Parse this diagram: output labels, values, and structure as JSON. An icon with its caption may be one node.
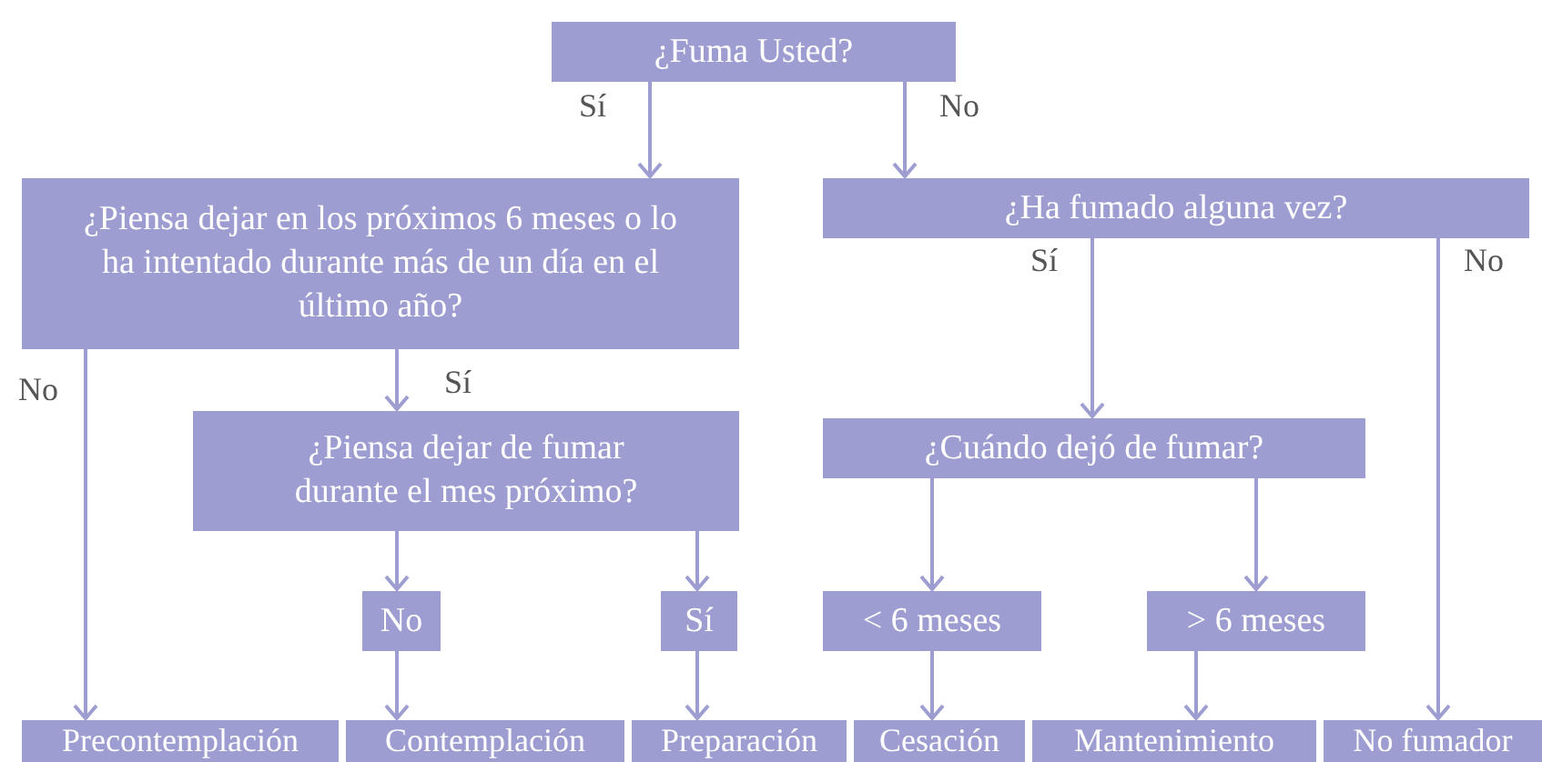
{
  "diagram": {
    "nodes": [
      {
        "text": [
          "¿Fuma Usted?"
        ]
      },
      {
        "text": [
          "¿Piensa dejar en los próximos 6 meses o lo ha intentado durante más de un día en el último año?"
        ]
      },
      {
        "text": [
          "¿Ha fumado alguna vez?"
        ]
      },
      {
        "text": [
          "¿Piensa dejar de fumar durante el mes próximo?"
        ]
      },
      {
        "text": [
          "¿Cuándo dejó de fumar?"
        ]
      },
      {
        "text": [
          "No"
        ]
      },
      {
        "text": [
          "Sí"
        ]
      },
      {
        "text": [
          "< 6 meses"
        ]
      },
      {
        "text": [
          "> 6 meses"
        ]
      },
      {
        "text": [
          "Precontemplación"
        ]
      },
      {
        "text": [
          "Contemplación"
        ]
      },
      {
        "text": [
          "Preparación"
        ]
      },
      {
        "text": [
          "Cesación"
        ]
      },
      {
        "text": [
          "Mantenimiento"
        ]
      },
      {
        "text": [
          "No fumador"
        ]
      }
    ],
    "edges": [
      {
        "from": 0,
        "to": 1,
        "arrow": "to",
        "label": "Sí"
      },
      {
        "from": 0,
        "to": 2,
        "arrow": "to",
        "label": "No"
      },
      {
        "from": 1,
        "to": 9,
        "arrow": "to",
        "label": "No"
      },
      {
        "from": 1,
        "to": 3,
        "arrow": "to",
        "label": "Sí"
      },
      {
        "from": 2,
        "to": 4,
        "arrow": "to",
        "label": "Sí"
      },
      {
        "from": 2,
        "to": 14,
        "arrow": "to",
        "label": "No"
      },
      {
        "from": 3,
        "to": 5,
        "arrow": "to"
      },
      {
        "from": 3,
        "to": 6,
        "arrow": "to"
      },
      {
        "from": 4,
        "to": 7,
        "arrow": "to"
      },
      {
        "from": 4,
        "to": 8,
        "arrow": "to"
      },
      {
        "from": 5,
        "to": 10,
        "arrow": "to"
      },
      {
        "from": 6,
        "to": 11,
        "arrow": "to"
      },
      {
        "from": 7,
        "to": 12,
        "arrow": "to"
      },
      {
        "from": 8,
        "to": 13,
        "arrow": "to"
      }
    ]
  }
}
